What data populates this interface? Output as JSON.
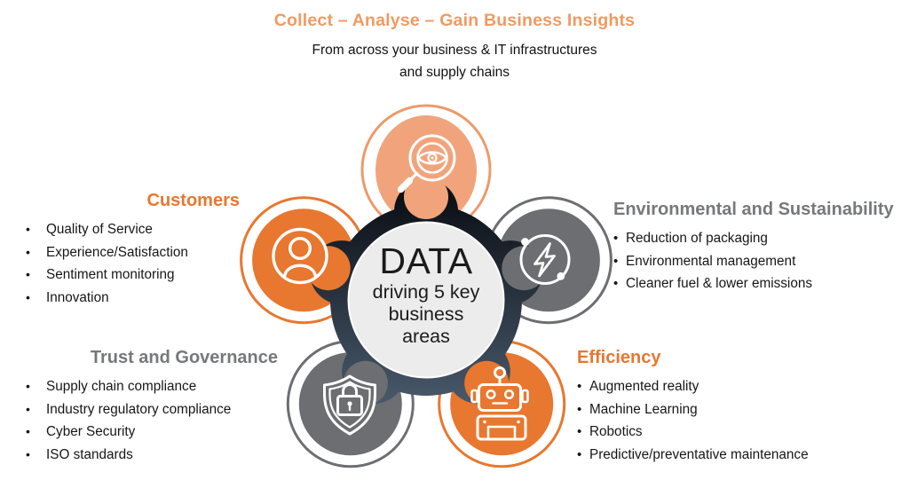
{
  "header": {
    "title": "Collect – Analyse – Gain Business Insights",
    "subtitle_line1": "From across your business & IT infrastructures",
    "subtitle_line2": "and supply chains"
  },
  "center": {
    "title": "DATA",
    "lines": [
      "driving 5 key",
      "business",
      "areas"
    ]
  },
  "sections": {
    "customers": {
      "title": "Customers",
      "items": [
        "Quality of Service",
        "Experience/Satisfaction",
        "Sentiment monitoring",
        "Innovation"
      ]
    },
    "environmental": {
      "title": "Environmental and Sustainability",
      "items": [
        "Reduction of packaging",
        "Environmental management",
        "Cleaner fuel & lower emissions"
      ]
    },
    "trust": {
      "title": "Trust and Governance",
      "items": [
        "Supply chain compliance",
        "Industry regulatory compliance",
        "Cyber Security",
        "ISO standards"
      ]
    },
    "efficiency": {
      "title": "Efficiency",
      "items": [
        "Augmented reality",
        "Machine Learning",
        "Robotics",
        "Predictive/preventative maintenance"
      ]
    }
  },
  "petals": {
    "insights": {
      "icon": "search-eye-icon",
      "color_key": "peach"
    },
    "customers": {
      "icon": "person-icon",
      "color_key": "orange"
    },
    "environmental": {
      "icon": "energy-bolt-icon",
      "color_key": "gray"
    },
    "trust": {
      "icon": "shield-lock-icon",
      "color_key": "gray"
    },
    "efficiency": {
      "icon": "robot-icon",
      "color_key": "orange"
    }
  },
  "colors": {
    "title-orange": "#F09A62",
    "orange": "#E8772F",
    "peach": "#F1A47B",
    "peach-ring": "#EC9A6B",
    "gray": "#6D6E71",
    "heading-gray": "#77787B",
    "navy-top": "#0D1118",
    "navy-bottom": "#475769",
    "inner-gray": "#ECECEC"
  }
}
